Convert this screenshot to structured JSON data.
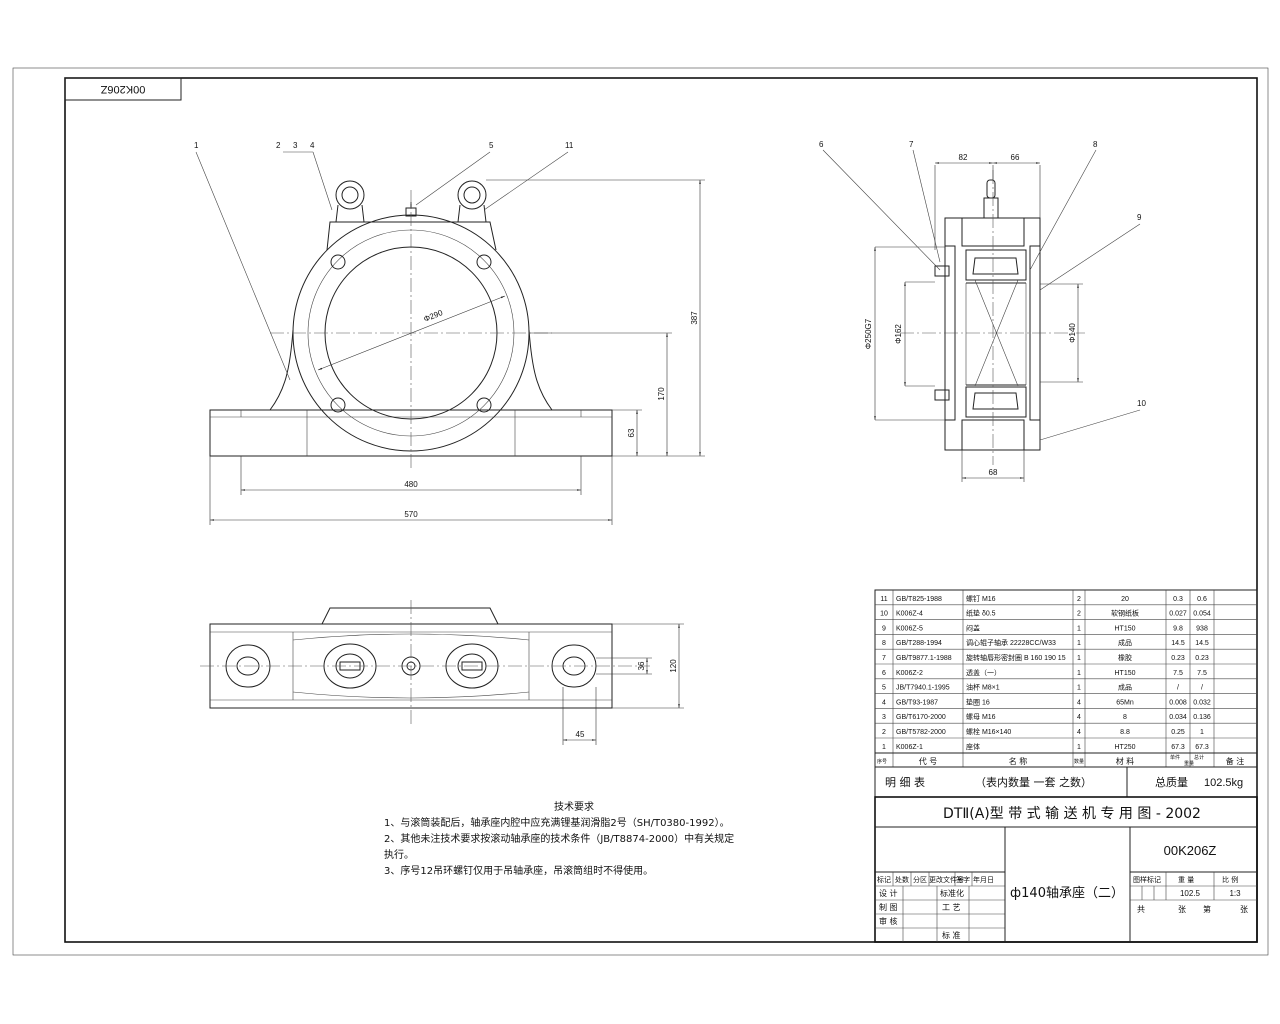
{
  "stamp_code": "00K206Z",
  "part_labels": [
    "1",
    "2",
    "3",
    "4",
    "5",
    "11",
    "6",
    "7",
    "8",
    "9",
    "10"
  ],
  "dimensions": {
    "front": {
      "width_total": "570",
      "bolt_span": "480",
      "height_total": "387",
      "center_height": "170",
      "base_height": "63",
      "bore_dia": "Φ290"
    },
    "side": {
      "a": "82",
      "b": "66",
      "c": "68",
      "d1": "Φ250G7",
      "d2": "Φ162",
      "d3": "Φ140"
    },
    "plan": {
      "w": "120",
      "h": "36",
      "s": "45"
    }
  },
  "tech_requirements": {
    "title": "技术要求",
    "items": [
      "1、与滚筒装配后，轴承座内腔中应充满锂基润滑脂2号（SH/T0380-1992）。",
      "2、其他未注技术要求按滚动轴承座的技术条件（JB/T8874-2000）中有关规定",
      "执行。",
      "3、序号12吊环螺钉仅用于吊轴承座，吊滚筒组时不得使用。"
    ]
  },
  "bom": {
    "rows": [
      {
        "no": "11",
        "code": "GB/T825-1988",
        "name": "螺钉  M16",
        "qty": "2",
        "material": "20",
        "unit": "0.3",
        "total": "0.6",
        "note": ""
      },
      {
        "no": "10",
        "code": "K006Z-4",
        "name": "纸垫  δ0.5",
        "qty": "2",
        "material": "软钢纸板",
        "unit": "0.027",
        "total": "0.054",
        "note": ""
      },
      {
        "no": "9",
        "code": "K006Z-5",
        "name": "闷盖",
        "qty": "1",
        "material": "HT150",
        "unit": "9.8",
        "total": "938",
        "note": ""
      },
      {
        "no": "8",
        "code": "GB/T288-1994",
        "name": "调心辊子轴承 22228CC/W33",
        "qty": "1",
        "material": "成品",
        "unit": "14.5",
        "total": "14.5",
        "note": ""
      },
      {
        "no": "7",
        "code": "GB/T9877.1-1988",
        "name": "旋转轴唇形密封圈 B 160 190 15",
        "qty": "1",
        "material": "橡胶",
        "unit": "0.23",
        "total": "0.23",
        "note": ""
      },
      {
        "no": "6",
        "code": "K006Z-2",
        "name": "透盖（一）",
        "qty": "1",
        "material": "HT150",
        "unit": "7.5",
        "total": "7.5",
        "note": ""
      },
      {
        "no": "5",
        "code": "JB/T7940.1-1995",
        "name": "油杯  M8×1",
        "qty": "1",
        "material": "成品",
        "unit": "/",
        "total": "/",
        "note": ""
      },
      {
        "no": "4",
        "code": "GB/T93-1987",
        "name": "垫圈  16",
        "qty": "4",
        "material": "65Mn",
        "unit": "0.008",
        "total": "0.032",
        "note": ""
      },
      {
        "no": "3",
        "code": "GB/T6170-2000",
        "name": "螺母  M16",
        "qty": "4",
        "material": "8",
        "unit": "0.034",
        "total": "0.136",
        "note": ""
      },
      {
        "no": "2",
        "code": "GB/T5782-2000",
        "name": "螺栓  M16×140",
        "qty": "4",
        "material": "8.8",
        "unit": "0.25",
        "total": "1",
        "note": ""
      },
      {
        "no": "1",
        "code": "K006Z-1",
        "name": "座体",
        "qty": "1",
        "material": "HT250",
        "unit": "67.3",
        "total": "67.3",
        "note": ""
      }
    ],
    "header": {
      "no": "序号",
      "code": "代    号",
      "name": "名    称",
      "qty": "数量",
      "material": "材    料",
      "unit": "单件",
      "total": "总计",
      "weight": "重量",
      "note": "备  注"
    },
    "list_label": "明  细  表",
    "list_note": "（表内数量   一套   之数）",
    "total_mass_label": "总质量",
    "total_mass": "102.5kg"
  },
  "title_block": {
    "series_title": "DTⅡ(A)型   带 式 输 送 机 专 用 图 - 2002",
    "drawing_no": "00K206Z",
    "part_title": "ф140轴承座（二）",
    "rev_headers": [
      "标记",
      "处数",
      "分区",
      "更改文件号",
      "签字",
      "年月日"
    ],
    "roles": [
      "设 计",
      "制 图",
      "审 核"
    ],
    "roles_right": [
      "标准化",
      "工  艺",
      "标  准"
    ],
    "stage_label": "图样标记",
    "weight_label": "重    量",
    "scale_label": "比    例",
    "weight": "102.5",
    "scale": "1:3",
    "sheets_total_label": "共",
    "sheet_label": "张",
    "sheet_no_label": "第",
    "sheet_label2": "张"
  }
}
